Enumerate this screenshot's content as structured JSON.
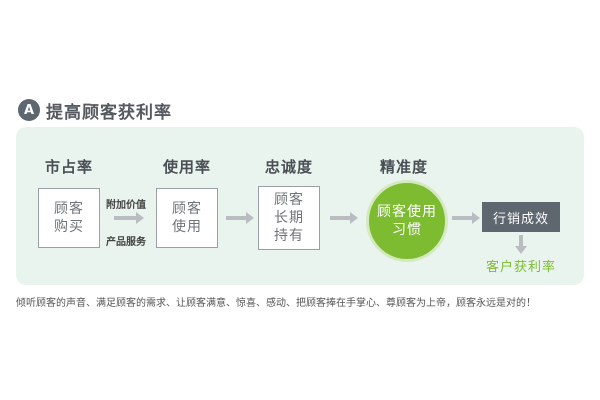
{
  "header": {
    "badge": "A",
    "title": "提高顾客获利率"
  },
  "stages": [
    {
      "label": "市占率",
      "box_lines": [
        "顾客",
        "购买"
      ]
    },
    {
      "label": "使用率",
      "box_lines": [
        "顾客",
        "使用"
      ]
    },
    {
      "label": "忠诚度",
      "box_lines": [
        "顾客",
        "长期",
        "持有"
      ]
    },
    {
      "label": "精准度",
      "box_lines": [
        "顾客使用",
        "习惯"
      ]
    }
  ],
  "side_notes": {
    "top": "附加价值",
    "bottom": "产品服务"
  },
  "result": {
    "box": "行销成效",
    "label": "客户获利率"
  },
  "footer": "倾听顾客的声音、满足顾客的需求、让顾客满意、惊喜、感动、把顾客捧在手掌心、尊顾客为上帝，顾客永远是对的！",
  "colors": {
    "panel": "#eaf4ee",
    "accent_green": "#7dbb30",
    "dark_gray": "#5e6670",
    "arrow_gray": "#b9bdc1"
  }
}
